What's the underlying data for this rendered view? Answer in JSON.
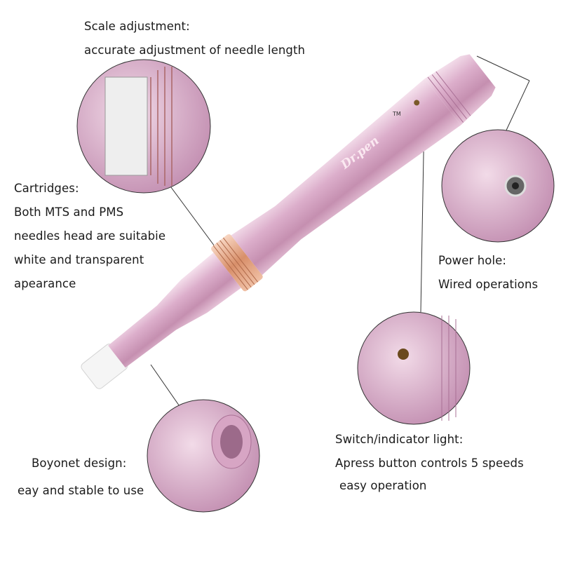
{
  "scale": {
    "title": "Scale adjustment:",
    "desc": "accurate adjustment of needle length"
  },
  "cartridges": {
    "lines": [
      "Cartridges:",
      "Both MTS and PMS",
      "needles head are suitabie",
      "white and transparent",
      "apearance"
    ]
  },
  "power": {
    "title": "Power hole:",
    "desc": "Wired operations"
  },
  "switch": {
    "title": "Switch/indicator light:",
    "line1": "Apress button  controls 5 speeds",
    "line2": "easy operation"
  },
  "bayonet": {
    "title": "Boyonet design:",
    "desc": "eay and stable to use"
  },
  "logo": {
    "brand": "Dr.pen",
    "tm": "TM"
  },
  "colors": {
    "pen_pink": "#d9a7c4",
    "ring_copper": "#e2a17f",
    "text": "#1a1a1a"
  }
}
